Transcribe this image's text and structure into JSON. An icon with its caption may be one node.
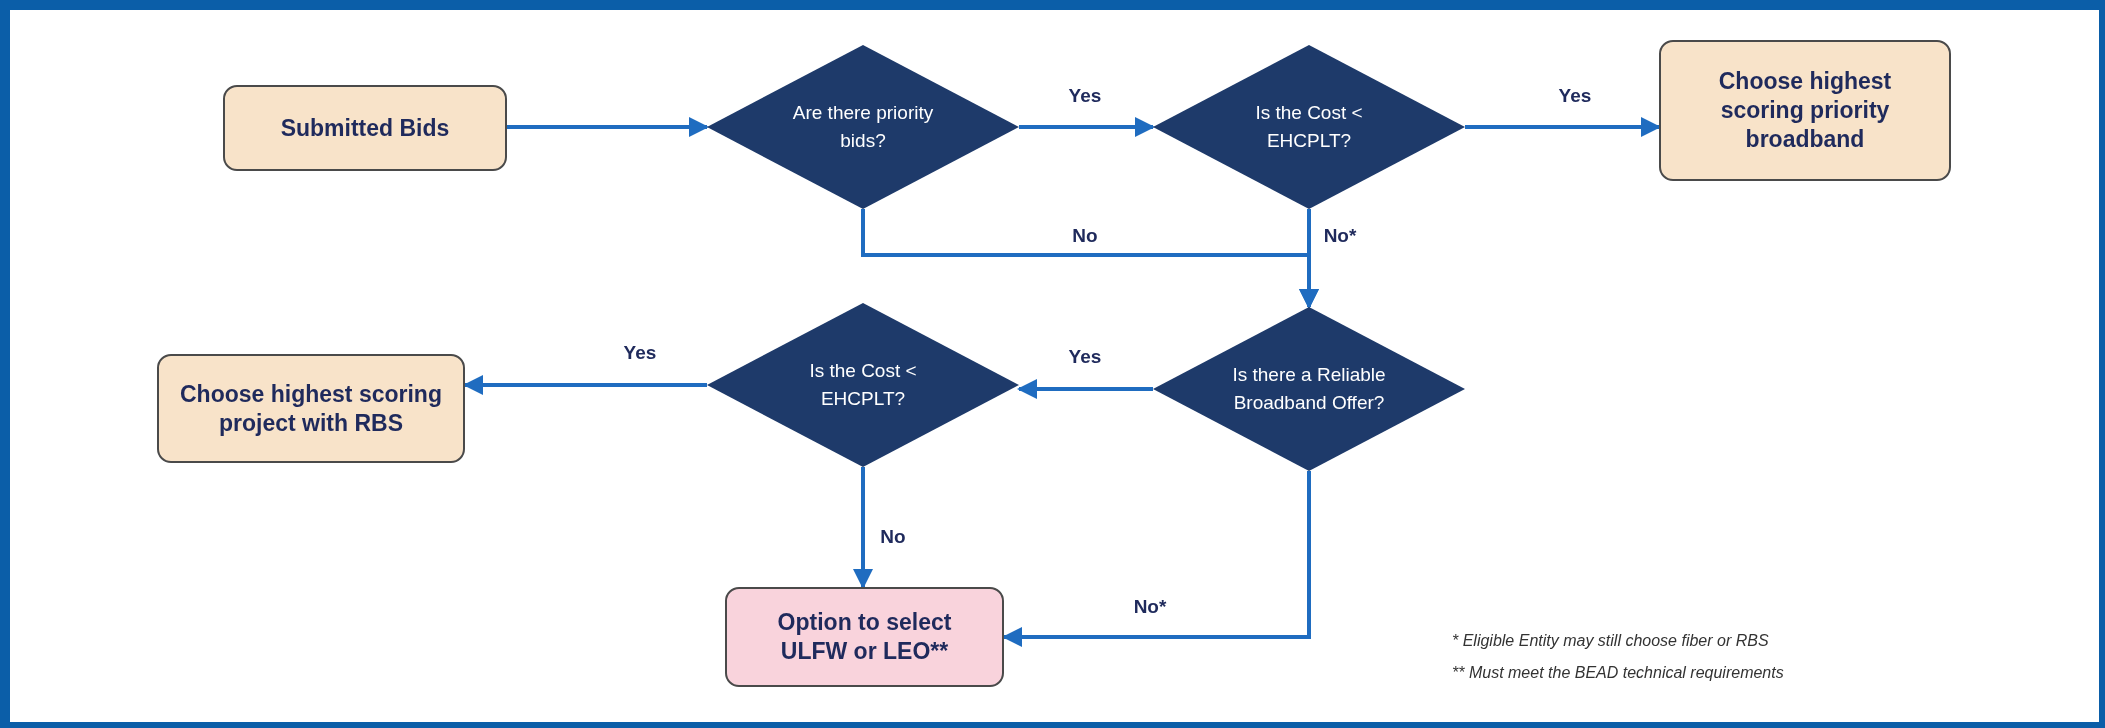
{
  "diagram": {
    "nodes": [
      {
        "text": [
          "Submitted Bids"
        ]
      },
      {
        "text": [
          "Are there priority bids?"
        ]
      },
      {
        "text": [
          "Is the Cost < EHCPLT?"
        ]
      },
      {
        "text": [
          "Choose highest scoring priority broadband"
        ]
      },
      {
        "text": [
          "Is there a Reliable Broadband Offer?"
        ]
      },
      {
        "text": [
          "Is the Cost < EHCPLT?"
        ]
      },
      {
        "text": [
          "Choose highest scoring project with RBS"
        ]
      },
      {
        "text": [
          "Option to select ULFW or LEO**"
        ]
      }
    ],
    "edges": [
      {
        "from": 0,
        "to": 1,
        "arrow": "to"
      },
      {
        "from": 1,
        "to": 2,
        "arrow": "to",
        "label": "Yes"
      },
      {
        "from": 2,
        "to": 3,
        "arrow": "to",
        "label": "Yes"
      },
      {
        "from": 1,
        "to": 4,
        "arrow": "to",
        "label": "No"
      },
      {
        "from": 2,
        "to": 4,
        "arrow": "to",
        "label": "No*"
      },
      {
        "from": 4,
        "to": 5,
        "arrow": "to",
        "label": "Yes"
      },
      {
        "from": 5,
        "to": 6,
        "arrow": "to",
        "label": "Yes"
      },
      {
        "from": 5,
        "to": 7,
        "arrow": "to",
        "label": "No"
      },
      {
        "from": 4,
        "to": 7,
        "arrow": "to",
        "label": "No*"
      }
    ],
    "labels": [
      "* Eligible Entity may still choose fiber or RBS",
      "** Must meet the BEAD technical requirements"
    ]
  }
}
